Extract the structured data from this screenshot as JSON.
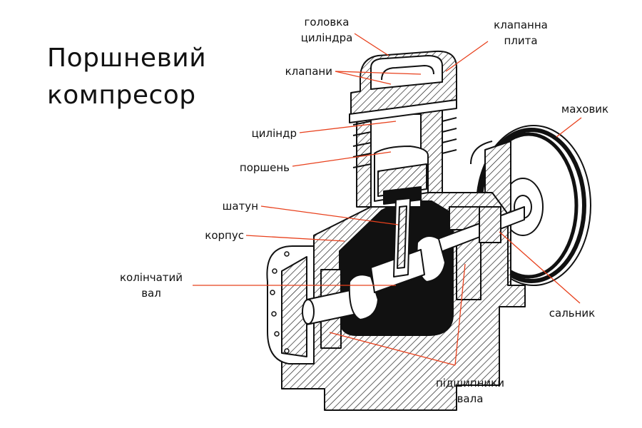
{
  "title": {
    "line1": "Поршневий",
    "line2": "компресор"
  },
  "labels": {
    "head_line1": "головка",
    "head_line2": "циліндра",
    "valve_plate_line1": "клапанна",
    "valve_plate_line2": "плита",
    "valves": "клапани",
    "cylinder": "циліндр",
    "piston": "поршень",
    "rod": "шатун",
    "housing": "корпус",
    "crank_line1": "колінчатий",
    "crank_line2": "вал",
    "flywheel": "маховик",
    "seal": "сальник",
    "bearings_line1": "підшипники",
    "bearings_line2": "вала"
  },
  "colors": {
    "leader": "#e8401c",
    "ink": "#111111",
    "fill": "#ffffff"
  }
}
